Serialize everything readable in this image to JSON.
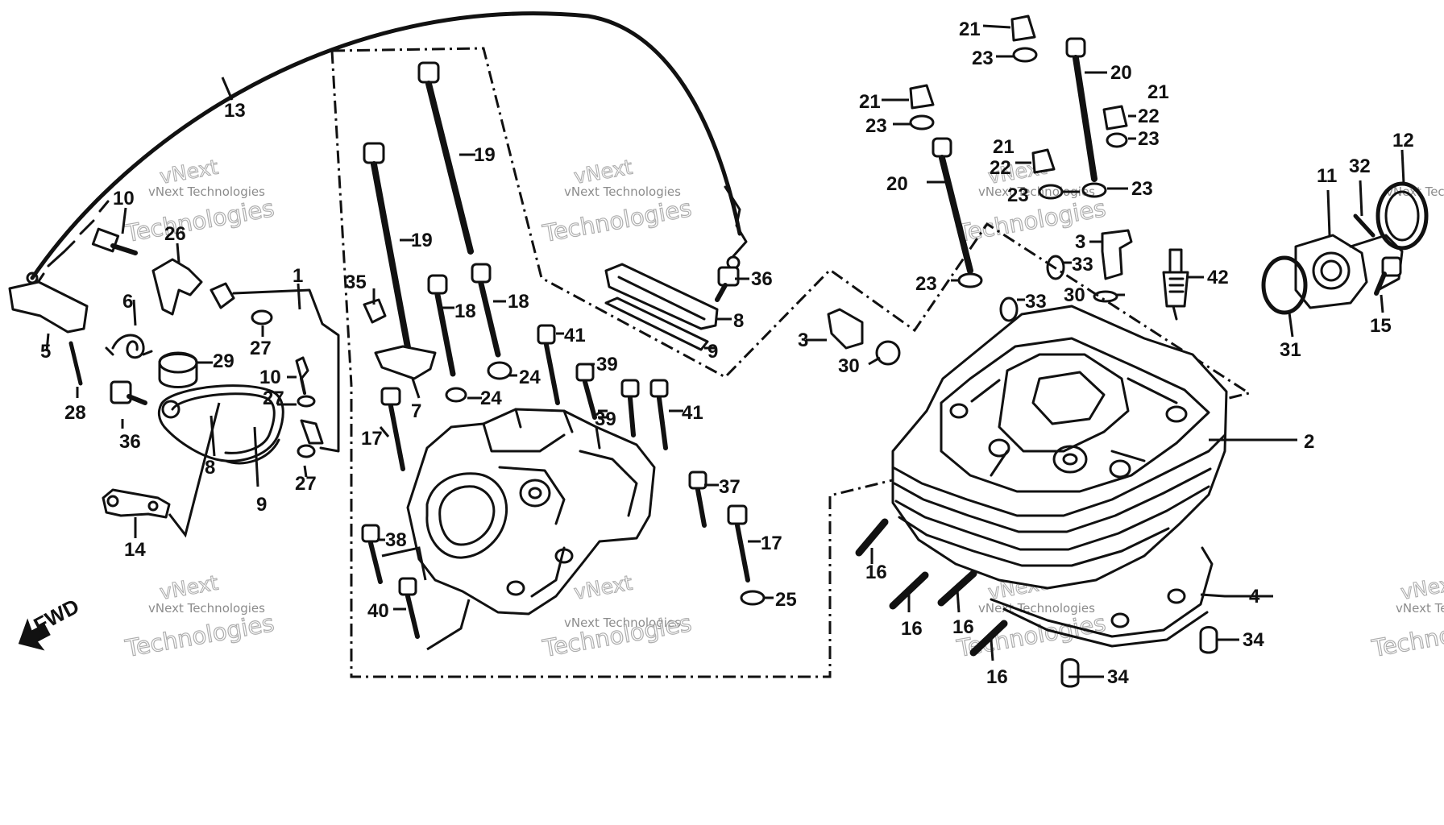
{
  "diagram": {
    "direction_label": "FWD",
    "watermark": {
      "line1": "vNext Technologies",
      "line2": "Technologies",
      "line3": "vNext"
    },
    "callouts": {
      "p1": "1",
      "p2": "2",
      "p3": "3",
      "p3b": "3",
      "p4": "4",
      "p5": "5",
      "p6": "6",
      "p7": "7",
      "p8": "8",
      "p8b": "8",
      "p9": "9",
      "p9b": "9",
      "p10": "10",
      "p10b": "10",
      "p11": "11",
      "p12": "12",
      "p13": "13",
      "p14": "14",
      "p15": "15",
      "p16a": "16",
      "p16b": "16",
      "p16c": "16",
      "p16d": "16",
      "p17a": "17",
      "p17b": "17",
      "p18a": "18",
      "p18b": "18",
      "p19a": "19",
      "p19b": "19",
      "p20a": "20",
      "p20b": "20",
      "p21a": "21",
      "p21b": "21",
      "p21c": "21",
      "p21d": "21",
      "p22a": "22",
      "p22b": "22",
      "p23a": "23",
      "p23b": "23",
      "p23c": "23",
      "p23d": "23",
      "p23e": "23",
      "p23f": "23",
      "p24a": "24",
      "p24b": "24",
      "p25": "25",
      "p26": "26",
      "p27a": "27",
      "p27b": "27",
      "p27c": "27",
      "p28": "28",
      "p29": "29",
      "p30a": "30",
      "p30b": "30",
      "p31": "31",
      "p32": "32",
      "p33a": "33",
      "p33b": "33",
      "p34a": "34",
      "p34b": "34",
      "p35": "35",
      "p36a": "36",
      "p36b": "36",
      "p37": "37",
      "p38": "38",
      "p39a": "39",
      "p39b": "39",
      "p40": "40",
      "p41a": "41",
      "p41b": "41",
      "p42": "42"
    }
  }
}
